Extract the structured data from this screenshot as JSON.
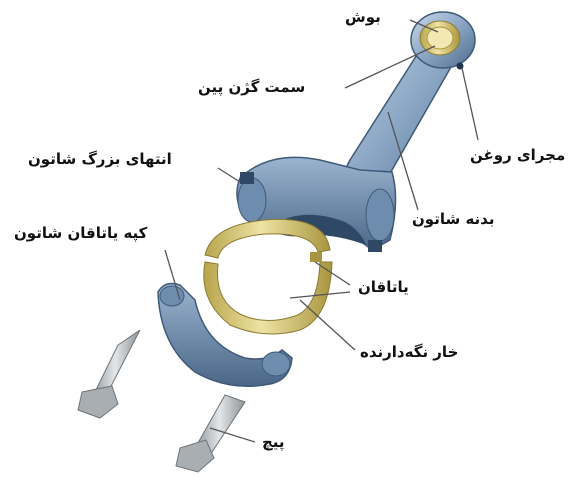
{
  "labels": {
    "bushing": "بوش",
    "pin_direction": "سمت گژن پین",
    "oil_passage": "مجرای روغن",
    "big_end": "انتهای بزرگ شاتون",
    "rod_body": "بدنه شاتون",
    "bearing_cap": "کپه یاتاقان شاتون",
    "bearing": "یاتاقان",
    "locating_tang": "خار نگه‌دارنده",
    "bolt": "پیچ"
  },
  "colors": {
    "metal_light": "#a9c1d9",
    "metal_mid": "#7f9cbb",
    "metal_dark": "#4d6b8c",
    "bearing_gold": "#d9c97a",
    "bearing_dark": "#a8953f",
    "bolt_gray": "#bfc3c7",
    "leader": "#555555"
  }
}
